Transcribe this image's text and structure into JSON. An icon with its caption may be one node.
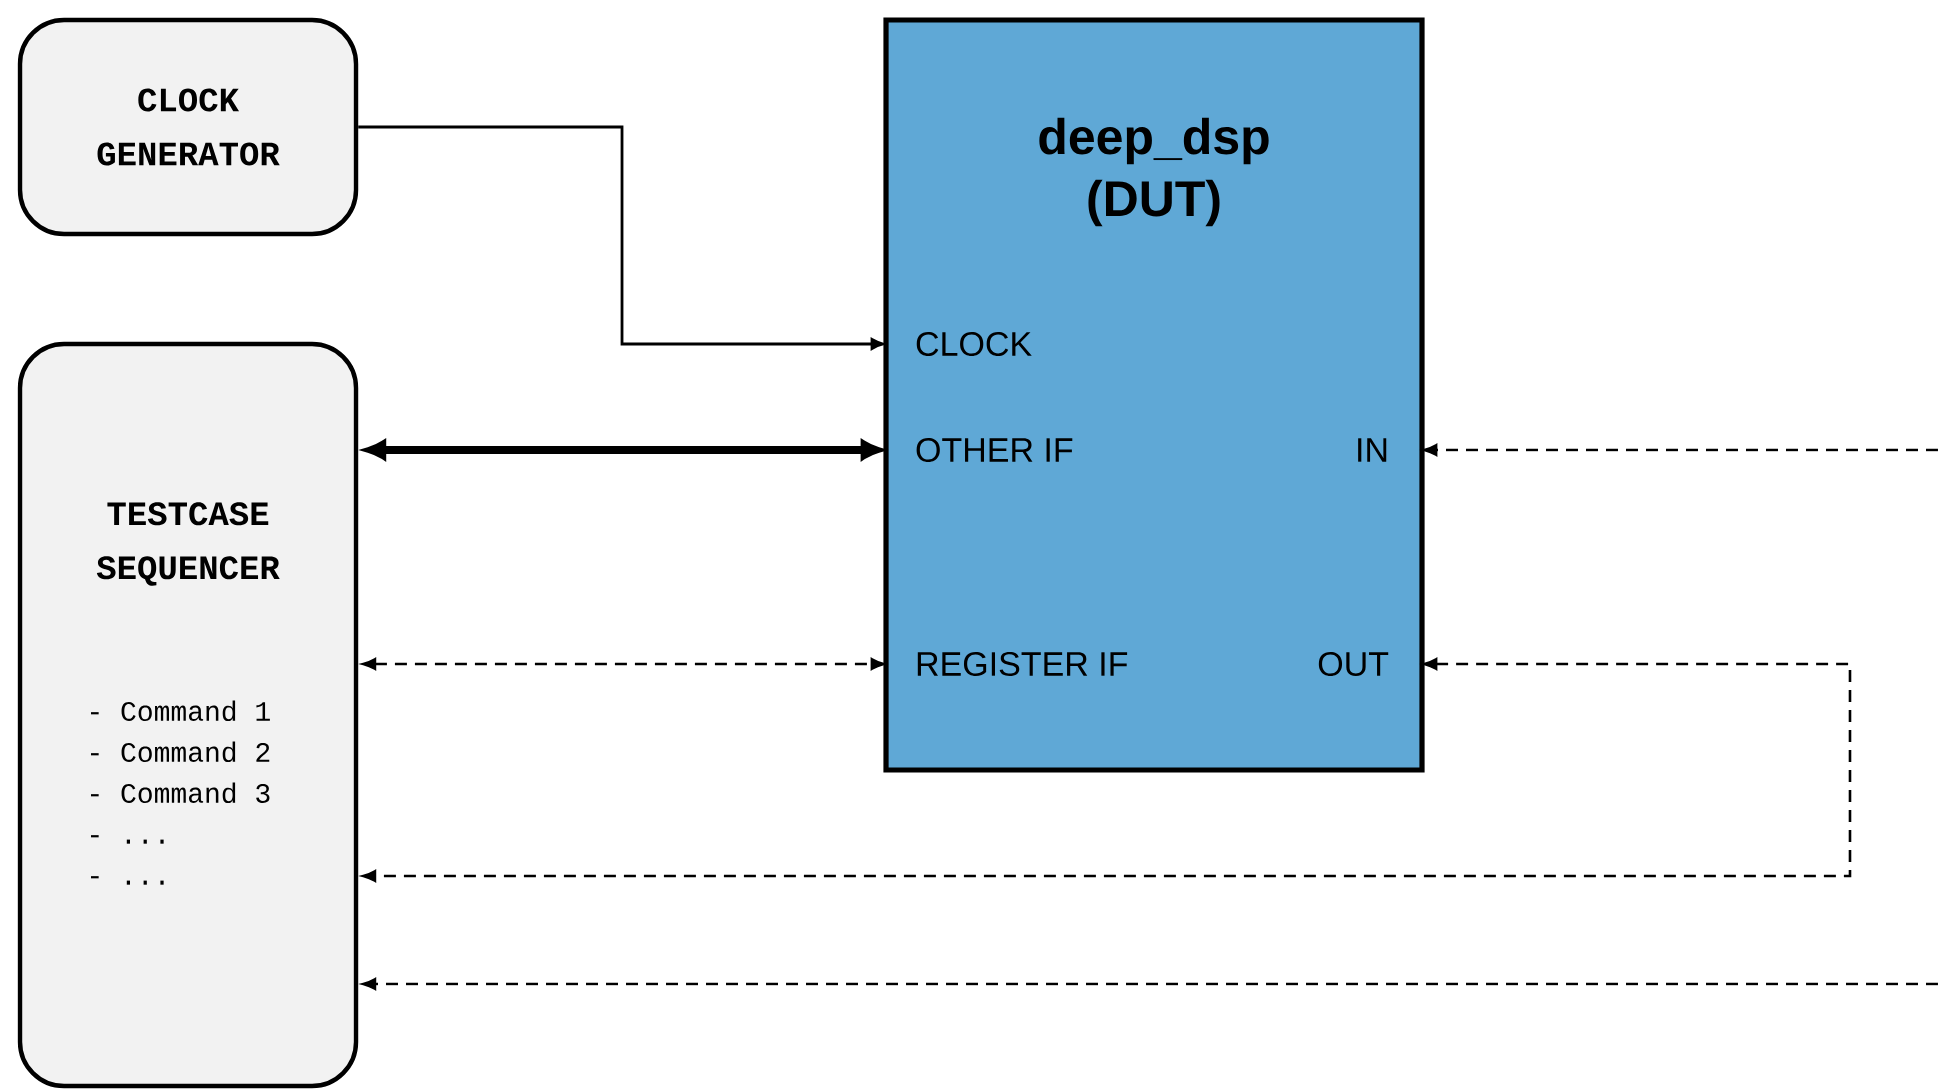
{
  "diagram": {
    "nodes": [
      {
        "text": [
          "CLOCK GENERATOR"
        ]
      },
      {
        "text": [
          "TESTCASE SEQUENCER",
          "- Command 1",
          "- Command 2",
          "- Command 3",
          "- ...",
          "- ..."
        ]
      },
      {
        "text": [
          "deep_dsp (DUT)"
        ]
      },
      {
        "text": [
          "CLOCK"
        ],
        "in": 2
      },
      {
        "text": [
          "OTHER IF"
        ],
        "in": 2
      },
      {
        "text": [
          "IN"
        ],
        "in": 2
      },
      {
        "text": [
          "REGISTER IF"
        ],
        "in": 2
      },
      {
        "text": [
          "OUT"
        ],
        "in": 2
      }
    ],
    "edges": [
      {
        "from": 0,
        "to": 3,
        "arrow": "to"
      },
      {
        "from": 1,
        "to": 4,
        "arrow": "both",
        "style": "thick"
      },
      {
        "from": null,
        "to": 5,
        "arrow": "to",
        "style": "dashed"
      },
      {
        "from": 1,
        "to": 6,
        "arrow": "both",
        "style": "dashed"
      },
      {
        "from": 7,
        "to": 1,
        "arrow": "both",
        "style": "dashed"
      },
      {
        "from": null,
        "to": 1,
        "arrow": "to",
        "style": "dashed"
      }
    ]
  }
}
